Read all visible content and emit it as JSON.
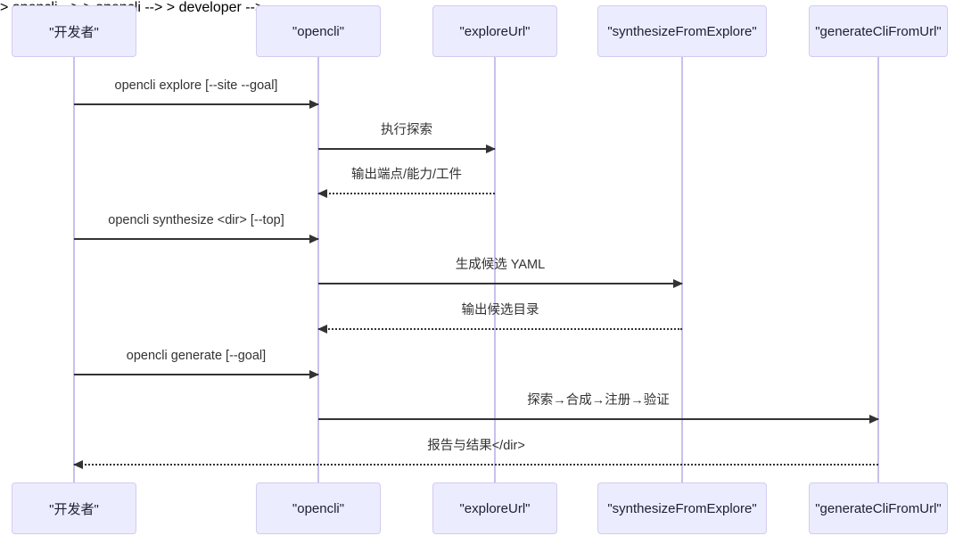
{
  "diagram_type": "sequence",
  "colors": {
    "background": "#ffffff",
    "actor_fill": "#ececff",
    "actor_border": "#d3cbf1",
    "lifeline": "#c9c0ec",
    "message": "#333333"
  },
  "actors": [
    {
      "id": "developer",
      "label": "\"开发者\""
    },
    {
      "id": "opencli",
      "label": "\"opencli\""
    },
    {
      "id": "exploreUrl",
      "label": "\"exploreUrl\""
    },
    {
      "id": "synthesizeFromExplore",
      "label": "\"synthesizeFromExplore\""
    },
    {
      "id": "generateCliFromUrl",
      "label": "\"generateCliFromUrl\""
    }
  ],
  "messages": [
    {
      "label": "opencli explore [--site --goal]",
      "from": "developer",
      "to": "opencli",
      "line": "solid"
    },
    {
      "label": "执行探索",
      "from": "opencli",
      "to": "exploreUrl",
      "line": "solid"
    },
    {
      "label": "输出端点/能力/工件",
      "from": "exploreUrl",
      "to": "opencli",
      "line": "dotted"
    },
    {
      "label": "opencli synthesize <dir> [--top]",
      "from": "developer",
      "to": "opencli",
      "line": "solid"
    },
    {
      "label": "生成候选 YAML",
      "from": "opencli",
      "to": "synthesizeFromExplore",
      "line": "solid"
    },
    {
      "label": "输出候选目录",
      "from": "synthesizeFromExplore",
      "to": "opencli",
      "line": "dotted"
    },
    {
      "label": "opencli generate [--goal]",
      "from": "developer",
      "to": "opencli",
      "line": "solid"
    },
    {
      "label": "探索→合成→注册→验证",
      "from": "opencli",
      "to": "generateCliFromUrl",
      "line": "solid"
    },
    {
      "label": "报告与结果</dir>",
      "from": "generateCliFromUrl",
      "to": "developer",
      "line": "dotted"
    }
  ]
}
